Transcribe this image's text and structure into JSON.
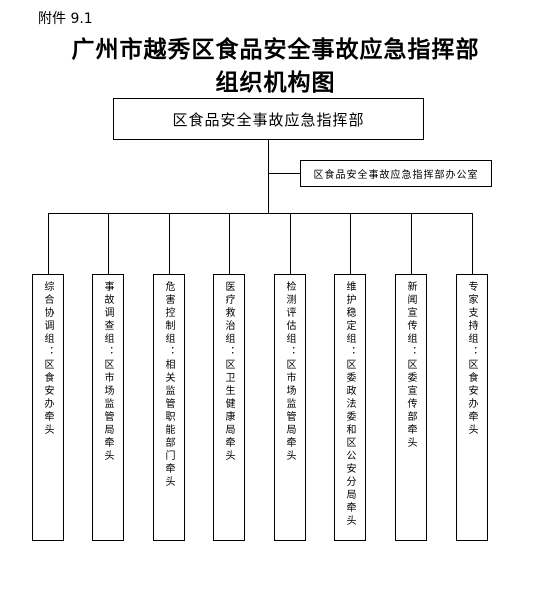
{
  "annex_label": "附件 9.1",
  "title_line1": "广州市越秀区食品安全事故应急指挥部",
  "title_line2": "组织机构图",
  "headquarters": "区食品安全事故应急指挥部",
  "office": "区食品安全事故应急指挥部办公室",
  "groups": [
    "综合协调组：区食安办牵头",
    "事故调查组：区市场监管局牵头",
    "危害控制组：相关监管职能部门牵头",
    "医疗救治组：区卫生健康局牵头",
    "检测评估组：区市场监管局牵头",
    "维护稳定组：区委政法委和区公安分局牵头",
    "新闻宣传组：区委宣传部牵头",
    "专家支持组：区食安办牵头"
  ]
}
